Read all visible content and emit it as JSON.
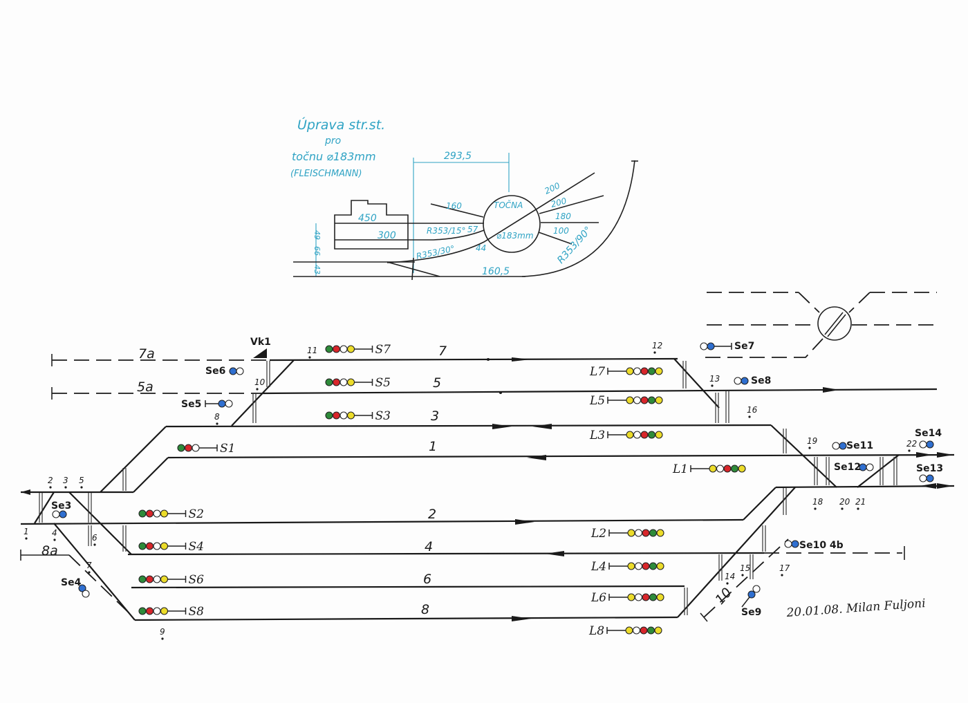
{
  "sketch": {
    "title": "Úprava str.st.",
    "subtitle1": "pro",
    "subtitle2": "točnu ⌀183mm",
    "subtitle3": "(FLEISCHMANN)",
    "dim_top": "293,5",
    "turntable_label": "TOČNA",
    "turntable_diameter": "⌀183mm",
    "ray_lengths": [
      "160",
      "200",
      "200",
      "180",
      "100"
    ],
    "shed_lengths": [
      "450",
      "300"
    ],
    "curve1": "R353/15°",
    "curve1_len": "57",
    "curve2": "R353/30°",
    "curve2_len": "44",
    "curve3": "R353/90°",
    "dim_bottom": "160,5",
    "spacing": [
      "49",
      "66",
      "43"
    ],
    "color": "#2fa3c4"
  },
  "tracks": {
    "t7a": "7a",
    "t5a": "5a",
    "t8a": "8a",
    "t7": "7",
    "t5": "5",
    "t3": "3",
    "t1": "1",
    "t2": "2",
    "t4": "4",
    "t6": "6",
    "t8": "8",
    "t10": "10"
  },
  "vk1": "Vk1",
  "switches": [
    "1",
    "2",
    "3",
    "4",
    "5",
    "6",
    "7",
    "8",
    "9",
    "10",
    "11",
    "12",
    "13",
    "14",
    "15",
    "16",
    "17",
    "18",
    "19",
    "20",
    "21",
    "22"
  ],
  "main_signals": [
    {
      "name": "S7",
      "lamps": [
        "green",
        "red",
        "white",
        "yellow"
      ]
    },
    {
      "name": "S5",
      "lamps": [
        "green",
        "red",
        "white",
        "yellow"
      ]
    },
    {
      "name": "S3",
      "lamps": [
        "green",
        "red",
        "white",
        "yellow"
      ]
    },
    {
      "name": "S1",
      "lamps": [
        "green",
        "red",
        "white"
      ]
    },
    {
      "name": "S2",
      "lamps": [
        "green",
        "red",
        "white",
        "yellow"
      ]
    },
    {
      "name": "S4",
      "lamps": [
        "green",
        "red",
        "white",
        "yellow"
      ]
    },
    {
      "name": "S6",
      "lamps": [
        "green",
        "red",
        "white",
        "yellow"
      ]
    },
    {
      "name": "S8",
      "lamps": [
        "green",
        "red",
        "white",
        "yellow"
      ]
    },
    {
      "name": "L7",
      "lamps": [
        "yellow",
        "white",
        "red",
        "green",
        "yellow"
      ]
    },
    {
      "name": "L5",
      "lamps": [
        "yellow",
        "white",
        "red",
        "green",
        "yellow"
      ]
    },
    {
      "name": "L3",
      "lamps": [
        "yellow",
        "white",
        "red",
        "green",
        "yellow"
      ]
    },
    {
      "name": "L1",
      "lamps": [
        "yellow",
        "white",
        "red",
        "green",
        "yellow"
      ]
    },
    {
      "name": "L2",
      "lamps": [
        "yellow",
        "white",
        "red",
        "green",
        "yellow"
      ]
    },
    {
      "name": "L4",
      "lamps": [
        "yellow",
        "white",
        "red",
        "green",
        "yellow"
      ]
    },
    {
      "name": "L6",
      "lamps": [
        "yellow",
        "white",
        "red",
        "green",
        "yellow"
      ]
    },
    {
      "name": "L8",
      "lamps": [
        "yellow",
        "white",
        "red",
        "green",
        "yellow"
      ]
    }
  ],
  "shunt_signals": [
    {
      "name": "Se3",
      "lamps": [
        "white",
        "blue"
      ]
    },
    {
      "name": "Se4",
      "lamps": [
        "blue",
        "white"
      ]
    },
    {
      "name": "Se5",
      "lamps": [
        "blue",
        "white"
      ]
    },
    {
      "name": "Se6",
      "lamps": [
        "blue",
        "white"
      ]
    },
    {
      "name": "Se7",
      "lamps": [
        "white",
        "blue"
      ]
    },
    {
      "name": "Se8",
      "lamps": [
        "white",
        "blue"
      ]
    },
    {
      "name": "Se9",
      "lamps": [
        "blue",
        "white"
      ]
    },
    {
      "name": "Se10 4b",
      "lamps": [
        "white",
        "blue"
      ]
    },
    {
      "name": "Se11",
      "lamps": [
        "white",
        "blue"
      ]
    },
    {
      "name": "Se12",
      "lamps": [
        "blue",
        "white"
      ]
    },
    {
      "name": "Se13",
      "lamps": [
        "white",
        "blue"
      ]
    },
    {
      "name": "Se14",
      "lamps": [
        "white",
        "blue"
      ]
    }
  ],
  "lamp_colors": {
    "green": "#2e8b3a",
    "red": "#d8262b",
    "white": "#ffffff",
    "yellow": "#ecdc2a",
    "blue": "#2f6fd0"
  },
  "signature": "20.01.08. Milan Fuljoni"
}
